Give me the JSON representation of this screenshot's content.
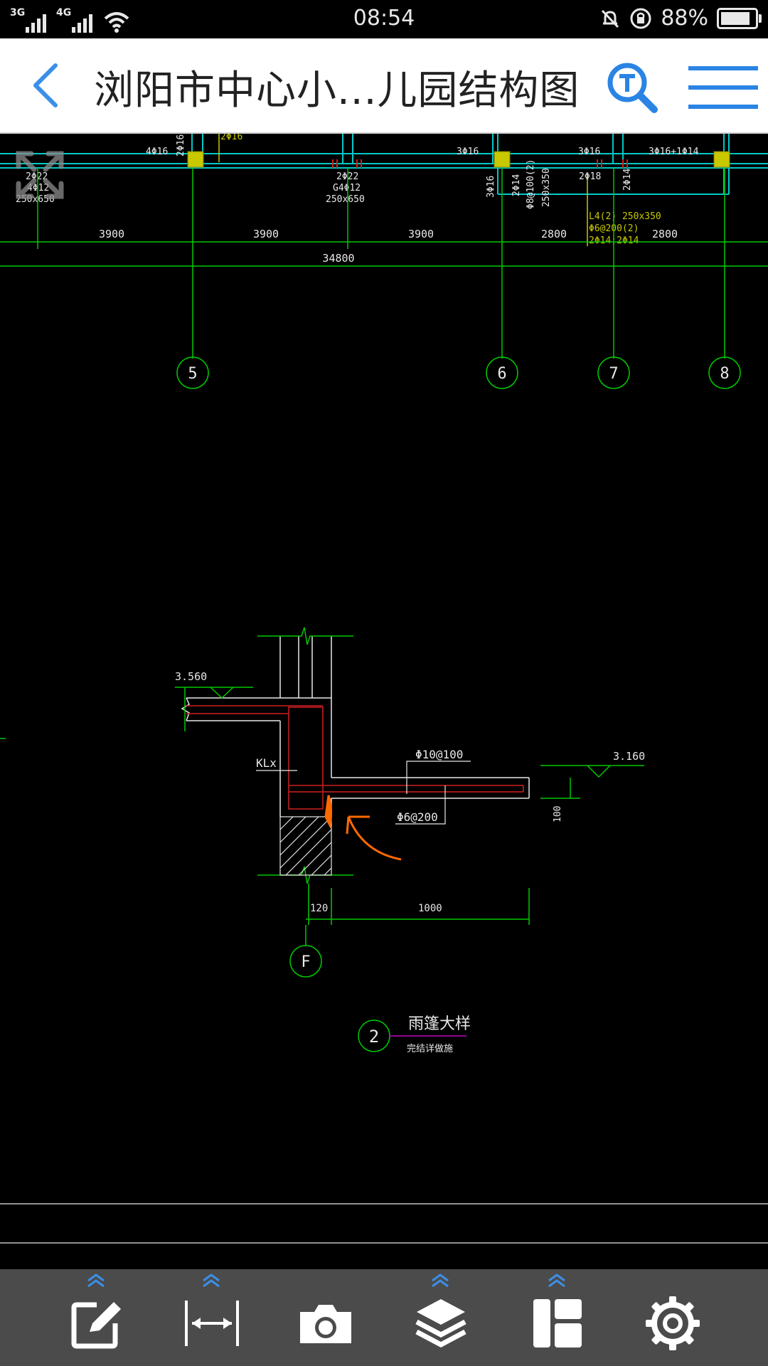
{
  "status_bar": {
    "network_1": "3G",
    "network_2": "4G",
    "time": "08:54",
    "battery_percent": "88%",
    "battery_level": 0.88
  },
  "title_bar": {
    "title": "浏阳市中心小...儿园结构图"
  },
  "drawing": {
    "beam_labels_top": [
      "4Φ16",
      "2Φ16",
      "2Φ22",
      "G4Φ12",
      "250x650",
      "3Φ16",
      "3Φ16",
      "3Φ16+1Φ14",
      "2Φ18",
      "2Φ14",
      "2Φ14",
      "Φ8@100(2)",
      "250x350",
      "2Φ22",
      "4Φ12",
      "250x650",
      "3Φ16"
    ],
    "beam_note": [
      "L4(2) 250x350",
      "Φ6@200(2)",
      "2Φ14;2Φ14"
    ],
    "dimensions": [
      "3900",
      "3900",
      "3900",
      "2800",
      "2800"
    ],
    "total_dimension": "34800",
    "axes": [
      "5",
      "6",
      "7",
      "8"
    ],
    "detail_elevation_left": "3.560",
    "detail_elevation_right": "3.160",
    "detail_rebar_top": "Φ10@100",
    "detail_rebar_bottom": "Φ6@200",
    "detail_beam": "KLx",
    "detail_thickness": "100",
    "detail_dim_left": "120",
    "detail_dim_right": "1000",
    "detail_axis": "F",
    "detail_no": "2",
    "detail_title": "雨篷大样",
    "detail_subtitle": "完结详做施"
  },
  "toolbar": {
    "items": [
      "edit",
      "measure",
      "screenshot",
      "layers",
      "layout",
      "settings"
    ]
  }
}
